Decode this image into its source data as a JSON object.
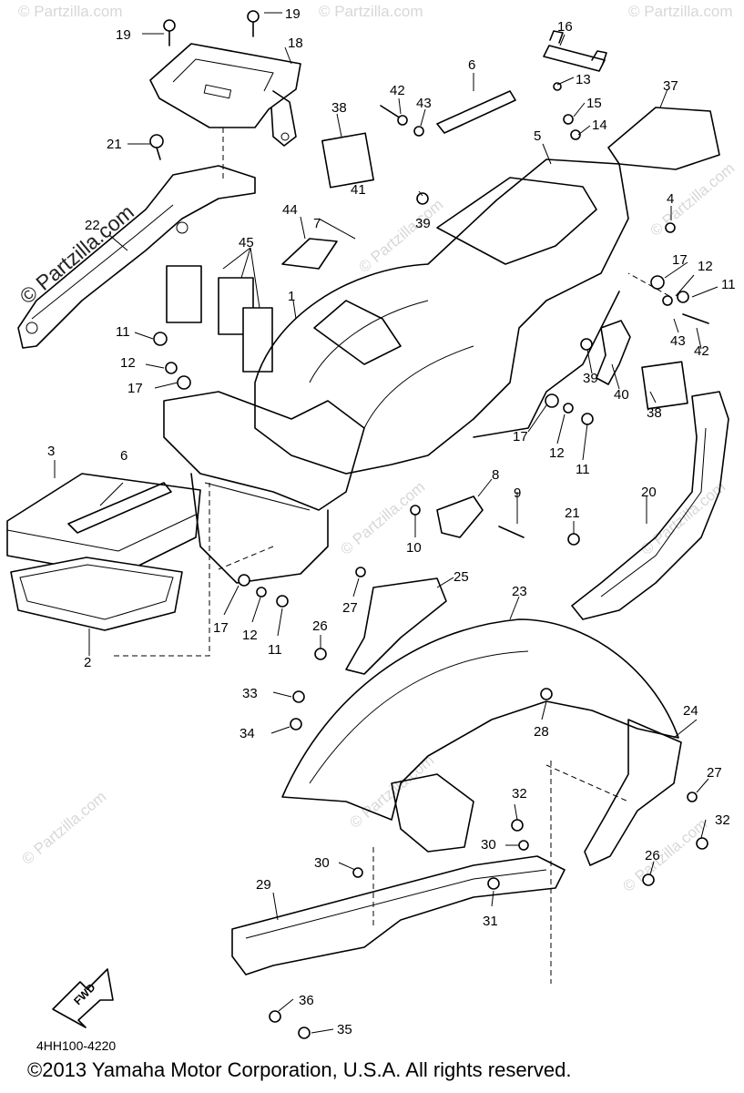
{
  "watermark": {
    "main_text": "© Partzilla.com",
    "faint_text": "© Partzilla.com"
  },
  "diagram_code": "4HH100-4220",
  "fwd_label": "FWD",
  "copyright": "©2013  Yamaha Motor Corporation, U.S.A. All rights reserved.",
  "callouts": {
    "c1": "1",
    "c2": "2",
    "c3": "3",
    "c4": "4",
    "c5": "5",
    "c6a": "6",
    "c6b": "6",
    "c7": "7",
    "c8": "8",
    "c9": "9",
    "c10": "10",
    "c11a": "11",
    "c11b": "11",
    "c11c": "11",
    "c11d": "11",
    "c12a": "12",
    "c12b": "12",
    "c12c": "12",
    "c12d": "12",
    "c13": "13",
    "c14": "14",
    "c15": "15",
    "c16": "16",
    "c17a": "17",
    "c17b": "17",
    "c17c": "17",
    "c17d": "17",
    "c18": "18",
    "c19a": "19",
    "c19b": "19",
    "c20": "20",
    "c21a": "21",
    "c21b": "21",
    "c22": "22",
    "c23": "23",
    "c24": "24",
    "c25": "25",
    "c26a": "26",
    "c26b": "26",
    "c27a": "27",
    "c27b": "27",
    "c28": "28",
    "c29": "29",
    "c30a": "30",
    "c30b": "30",
    "c31": "31",
    "c32a": "32",
    "c32b": "32",
    "c33": "33",
    "c34": "34",
    "c35": "35",
    "c36": "36",
    "c37": "37",
    "c38a": "38",
    "c38b": "38",
    "c39a": "39",
    "c39b": "39",
    "c40": "40",
    "c41": "41",
    "c42a": "42",
    "c42b": "42",
    "c43a": "43",
    "c43b": "43",
    "c44": "44",
    "c45": "45"
  }
}
